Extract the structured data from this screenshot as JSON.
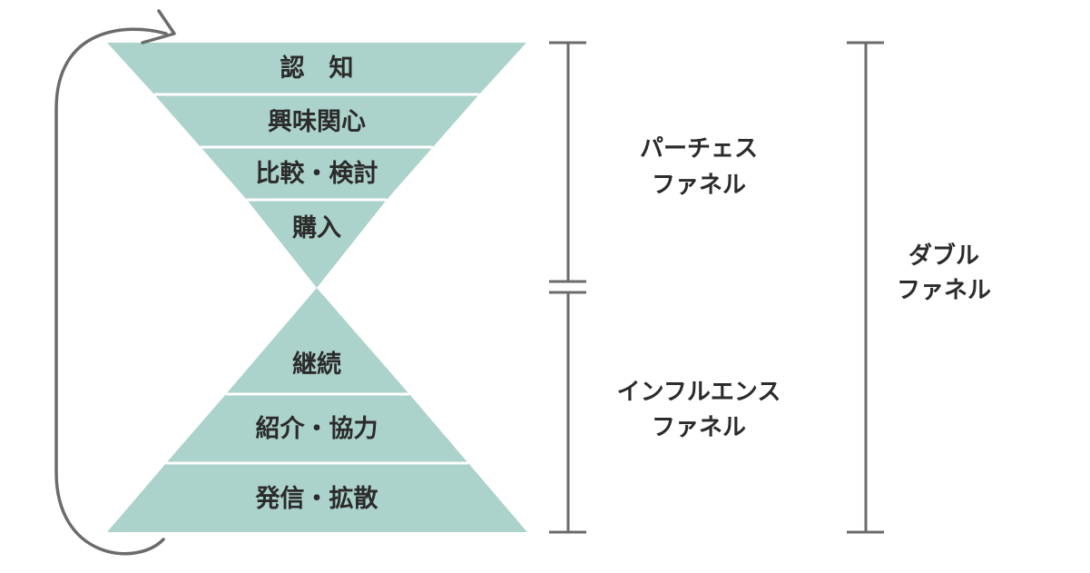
{
  "colors": {
    "funnel_fill": "#acd2cc",
    "divider": "#ffffff",
    "bracket": "#6b6b6b",
    "loop_arrow": "#6b6b6b",
    "text": "#2b2b2b"
  },
  "top_funnel": {
    "stages": [
      "認　知",
      "興味関心",
      "比較・検討",
      "購入"
    ]
  },
  "bottom_funnel": {
    "stages": [
      "継続",
      "紹介・協力",
      "発信・拡散"
    ]
  },
  "purchase_funnel": {
    "line1": "パーチェス",
    "line2": "ファネル"
  },
  "influence_funnel": {
    "line1": "インフルエンス",
    "line2": "ファネル"
  },
  "double_funnel": {
    "line1": "ダブル",
    "line2": "ファネル"
  },
  "icons": {
    "loop": "loop-arrow-icon"
  }
}
